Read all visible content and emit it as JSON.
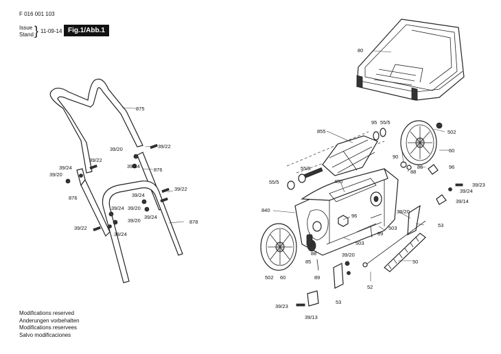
{
  "header": {
    "doc_number": "F 016 001 103",
    "issue_label": "Issue",
    "stand_label": "Stand",
    "date": "11-09-14",
    "figure": "Fig.1/Abb.1"
  },
  "notes": [
    "Modifications reserved",
    "Anderungen vorbehalten",
    "Modifications reservees",
    "Salvo modificaciones"
  ],
  "labels": {
    "p80": "80",
    "p875": "875",
    "p39_22a": "39/22",
    "p39_20a": "39/20",
    "p39_24a": "39/24",
    "p876a": "876",
    "p39_22b": "39/22",
    "p39_24b": "39/24",
    "p39_20b": "39/20",
    "p876b": "876",
    "p39_22c": "39/22",
    "p39_24c": "39/24",
    "p39_20c": "39/20",
    "p39_24d": "39/24",
    "p39_20d": "39/20",
    "p39_22d": "39/22",
    "p39_24e": "39/24",
    "p878": "878",
    "p39_24f": "39/24",
    "p855": "855",
    "p95": "95",
    "p55_5a": "55/5",
    "p502a": "502",
    "p60a": "60",
    "p55_9": "55/9",
    "p90": "90",
    "p86": "86",
    "p88a": "88",
    "p96a": "96",
    "p55_5b": "55/5",
    "p450": "450",
    "p39_23a": "39/23",
    "p39_24g": "39/24",
    "p39_14": "39/14",
    "p840": "840",
    "p96b": "96",
    "p39_20e": "39/20",
    "p53a": "53",
    "p503a": "503",
    "p89a": "89",
    "p503b": "503",
    "p50": "50",
    "p88b": "88",
    "p85": "85",
    "p39_20f": "39/20",
    "p502b": "502",
    "p60b": "60",
    "p89b": "89",
    "p52": "52",
    "p53b": "53",
    "p39_23b": "39/23",
    "p39_13": "39/13"
  }
}
